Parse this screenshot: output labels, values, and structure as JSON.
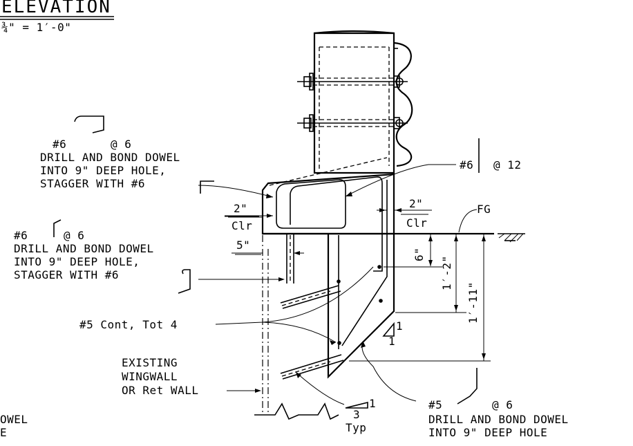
{
  "title": {
    "main": "ELEVATION",
    "scale": "¾\" = 1′-0\""
  },
  "labels": {
    "top_bar_mark": "#6",
    "top_bar_spacing": "@ 6",
    "top_bar_line2": "DRILL AND BOND DOWEL",
    "top_bar_line3": "INTO 9\" DEEP HOLE,",
    "top_bar_line4": "STAGGER WITH #6",
    "right_bar_mark": "#6",
    "right_bar_spacing": "@ 12",
    "clr_left_dim": "2\"",
    "clr_left_text": "Clr",
    "clr_right_dim": "2\"",
    "clr_right_text": "Clr",
    "fg": "FG",
    "mid_bar_mark": "#6",
    "mid_bar_spacing": "@ 6",
    "mid_bar_line2": "DRILL AND BOND DOWEL",
    "mid_bar_line3": "INTO 9\" DEEP HOLE,",
    "mid_bar_line4": "STAGGER WITH #6",
    "dim_5in": "5\"",
    "dim_6in": "6\"",
    "dim_1_2": "1′-2\"",
    "dim_1_11": "1′-11\"",
    "cont_bars": "#5 Cont, Tot 4",
    "existing_line1": "EXISTING",
    "existing_line2": "WINGWALL",
    "existing_line3": "OR Ret WALL",
    "slope_1_top": "1",
    "slope_1_bottom": "1",
    "slope_3_top": "1",
    "slope_3_bottom": "3",
    "slope_typ": "Typ",
    "bottom_bar_mark": "#5",
    "bottom_bar_spacing": "@ 6",
    "bottom_bar_line2": "DRILL AND BOND DOWEL",
    "bottom_bar_line3": "INTO 9\" DEEP HOLE",
    "cut_off_left1": "OWEL",
    "cut_off_left2": "E"
  }
}
